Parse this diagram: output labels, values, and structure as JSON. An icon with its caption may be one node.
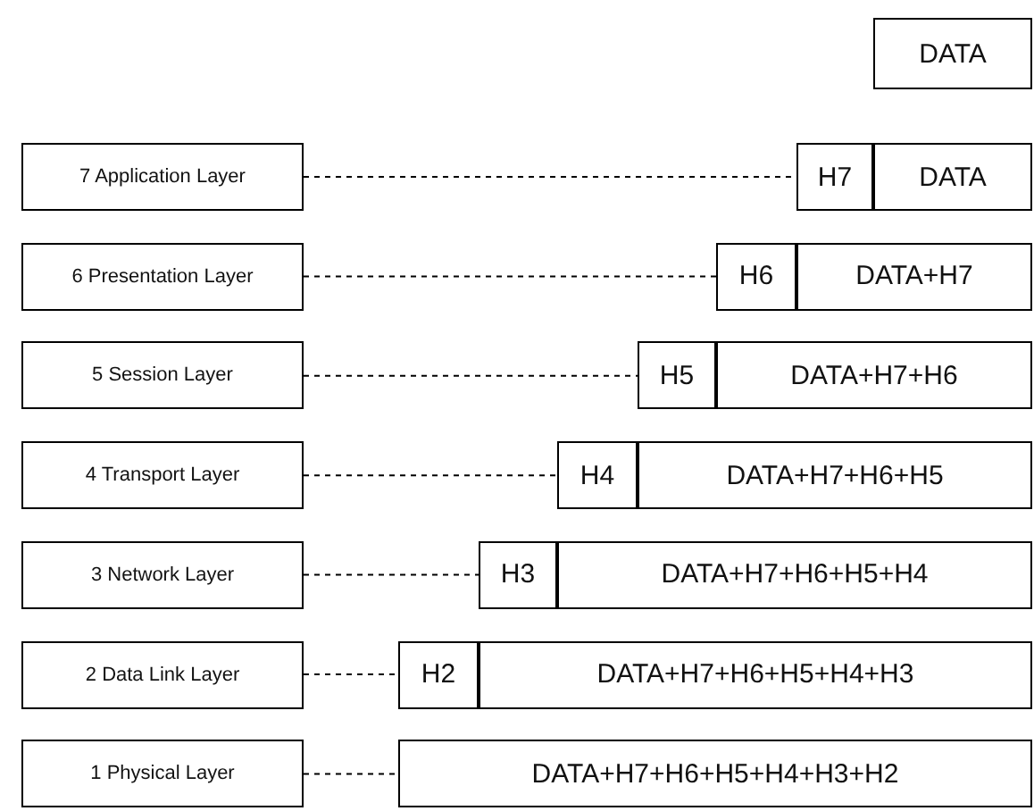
{
  "diagram": {
    "nodes": [
      {
        "text": [
          "DATA"
        ]
      },
      {
        "text": [
          "7 Application Layer"
        ]
      },
      {
        "text": [
          "H7"
        ]
      },
      {
        "text": [
          "DATA"
        ]
      },
      {
        "text": [
          "6 Presentation Layer"
        ]
      },
      {
        "text": [
          "H6"
        ]
      },
      {
        "text": [
          "DATA+H7"
        ]
      },
      {
        "text": [
          "5 Session Layer"
        ]
      },
      {
        "text": [
          "H5"
        ]
      },
      {
        "text": [
          "DATA+H7+H6"
        ]
      },
      {
        "text": [
          "4 Transport Layer"
        ]
      },
      {
        "text": [
          "H4"
        ]
      },
      {
        "text": [
          "DATA+H7+H6+H5"
        ]
      },
      {
        "text": [
          "3 Network Layer"
        ]
      },
      {
        "text": [
          "H3"
        ]
      },
      {
        "text": [
          "DATA+H7+H6+H5+H4"
        ]
      },
      {
        "text": [
          "2 Data Link Layer"
        ]
      },
      {
        "text": [
          "H2"
        ]
      },
      {
        "text": [
          "DATA+H7+H6+H5+H4+H3"
        ]
      },
      {
        "text": [
          "1 Physical Layer"
        ]
      },
      {
        "text": [
          "DATA+H7+H6+H5+H4+H3+H2"
        ]
      }
    ],
    "edges": [
      {
        "from": 1,
        "to": 2,
        "arrow": "none",
        "style": "dashed"
      },
      {
        "from": 4,
        "to": 5,
        "arrow": "none",
        "style": "dashed"
      },
      {
        "from": 7,
        "to": 8,
        "arrow": "none",
        "style": "dashed"
      },
      {
        "from": 10,
        "to": 11,
        "arrow": "none",
        "style": "dashed"
      },
      {
        "from": 13,
        "to": 14,
        "arrow": "none",
        "style": "dashed"
      },
      {
        "from": 16,
        "to": 17,
        "arrow": "none",
        "style": "dashed"
      },
      {
        "from": 19,
        "to": 20,
        "arrow": "none",
        "style": "dashed"
      }
    ]
  }
}
